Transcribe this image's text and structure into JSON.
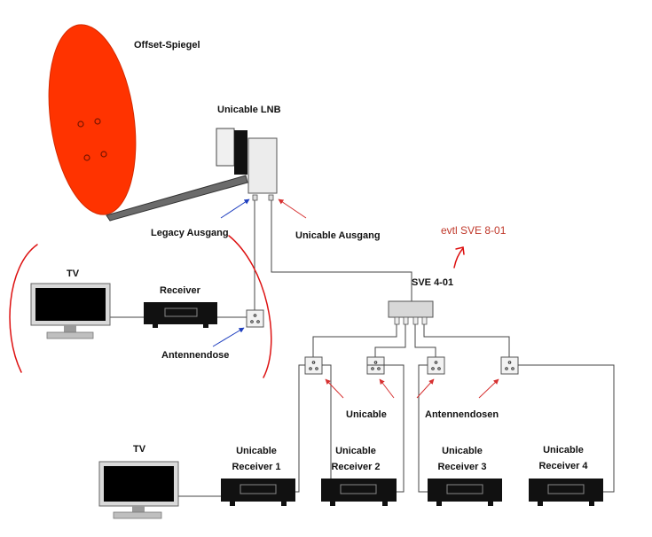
{
  "labels": {
    "offset_spiegel": "Offset-Spiegel",
    "unicable_lnb": "Unicable LNB",
    "legacy_ausgang": "Legacy Ausgang",
    "unicable_ausgang": "Unicable Ausgang",
    "evtl_sve": "evtl SVE 8-01",
    "sve": "SVE 4-01",
    "tv_top": "TV",
    "receiver_top": "Receiver",
    "antennendose": "Antennendose",
    "unicable": "Unicable",
    "antennendosen": "Antennendosen",
    "tv_bottom": "TV",
    "receivers": [
      {
        "line1": "Unicable",
        "line2": "Receiver 1"
      },
      {
        "line1": "Unicable",
        "line2": "Receiver 2"
      },
      {
        "line1": "Unicable",
        "line2": "Receiver 3"
      },
      {
        "line1": "Unicable",
        "line2": "Receiver 4"
      }
    ]
  },
  "colors": {
    "dish": "#ff3300",
    "cable": "#444444",
    "arrow_blue": "#1f3fbf",
    "arrow_red": "#d63030",
    "annotation": "#c0392b",
    "device": "#111111"
  }
}
